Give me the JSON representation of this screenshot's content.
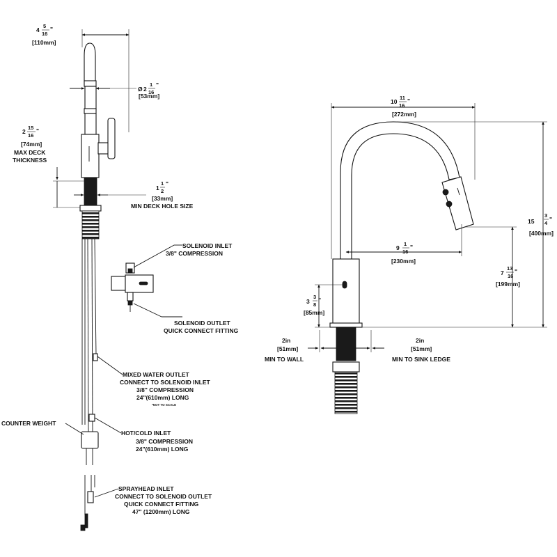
{
  "side_view": {
    "spout_width": {
      "whole": "4",
      "num": "5",
      "den": "16",
      "unit": "\"",
      "mm": "[110mm]"
    },
    "spout_diameter": {
      "prefix": "Ø",
      "whole": "2",
      "num": "1",
      "den": "16",
      "unit": "\"",
      "mm": "[53mm]"
    },
    "deck": {
      "whole": "2",
      "num": "15",
      "den": "16",
      "unit": "\"",
      "mm": "[74mm]",
      "note1": "MAX DECK",
      "note2": "THICKNESS"
    },
    "hole": {
      "whole": "1",
      "num": "1",
      "den": "2",
      "unit": "\"",
      "mm": "[33mm]",
      "note": "MIN DECK HOLE SIZE"
    },
    "solenoid_inlet": [
      "SOLENOID INLET",
      "3/8\" COMPRESSION"
    ],
    "solenoid_outlet": [
      "SOLENOID OUTLET",
      "QUICK CONNECT FITTING"
    ],
    "mixed_water": [
      "MIXED WATER OUTLET",
      "CONNECT TO SOLENOID INLET",
      "3/8\" COMPRESSION",
      "24\"(610mm) LONG"
    ],
    "not_to_scale": "*NOT TO SCALE",
    "counter_weight": "COUNTER WEIGHT",
    "hot_cold": [
      "HOT/COLD INLET",
      "3/8\" COMPRESSION",
      "24\"(610mm) LONG"
    ],
    "sprayhead": [
      "SPRAYHEAD INLET",
      "CONNECT TO SOLENOID OUTLET",
      "QUICK CONNECT FITTING",
      "47\" (1200mm) LONG"
    ]
  },
  "front_view": {
    "reach": {
      "whole": "10",
      "num": "11",
      "den": "16",
      "unit": "\"",
      "mm": "[272mm]"
    },
    "height": {
      "whole": "15",
      "num": "3",
      "den": "4",
      "unit": "\"",
      "mm": "[400mm]"
    },
    "spout_reach": {
      "whole": "9",
      "num": "1",
      "den": "16",
      "unit": "\"",
      "mm": "[230mm]"
    },
    "clearance": {
      "whole": "7",
      "num": "13",
      "den": "16",
      "unit": "\"",
      "mm": "[199mm]"
    },
    "sensor_height": {
      "whole": "3",
      "num": "3",
      "den": "8",
      "unit": "\"",
      "mm": "[85mm]"
    },
    "wall": {
      "value": "2in",
      "mm": "[51mm]",
      "note": "MIN TO WALL"
    },
    "sink": {
      "value": "2in",
      "mm": "[51mm]",
      "note": "MIN TO SINK LEDGE"
    }
  }
}
